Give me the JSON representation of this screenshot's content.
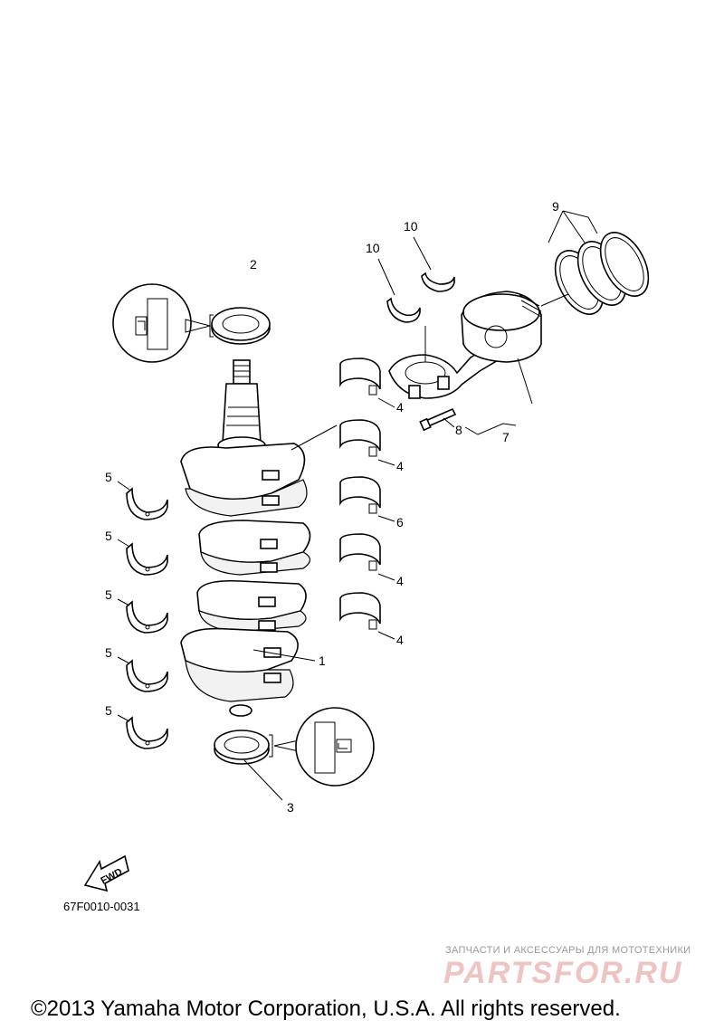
{
  "diagram": {
    "callouts": {
      "c1": "1",
      "c2": "2",
      "c3": "3",
      "c4a": "4",
      "c4b": "4",
      "c4c": "4",
      "c4d": "4",
      "c5a": "5",
      "c5b": "5",
      "c5c": "5",
      "c5d": "5",
      "c5e": "5",
      "c6": "6",
      "c7": "7",
      "c8": "8",
      "c9": "9",
      "c10a": "10",
      "c10b": "10"
    },
    "fwd_label": "FWD",
    "drawing_code": "67F0010-0031"
  },
  "watermark": {
    "tagline": "ЗАПЧАСТИ И АКСЕССУАРЫ ДЛЯ МОТОТЕХНИКИ",
    "logo": "PARTSFOR.RU"
  },
  "copyright": "©2013 Yamaha Motor Corporation, U.S.A. All rights reserved."
}
